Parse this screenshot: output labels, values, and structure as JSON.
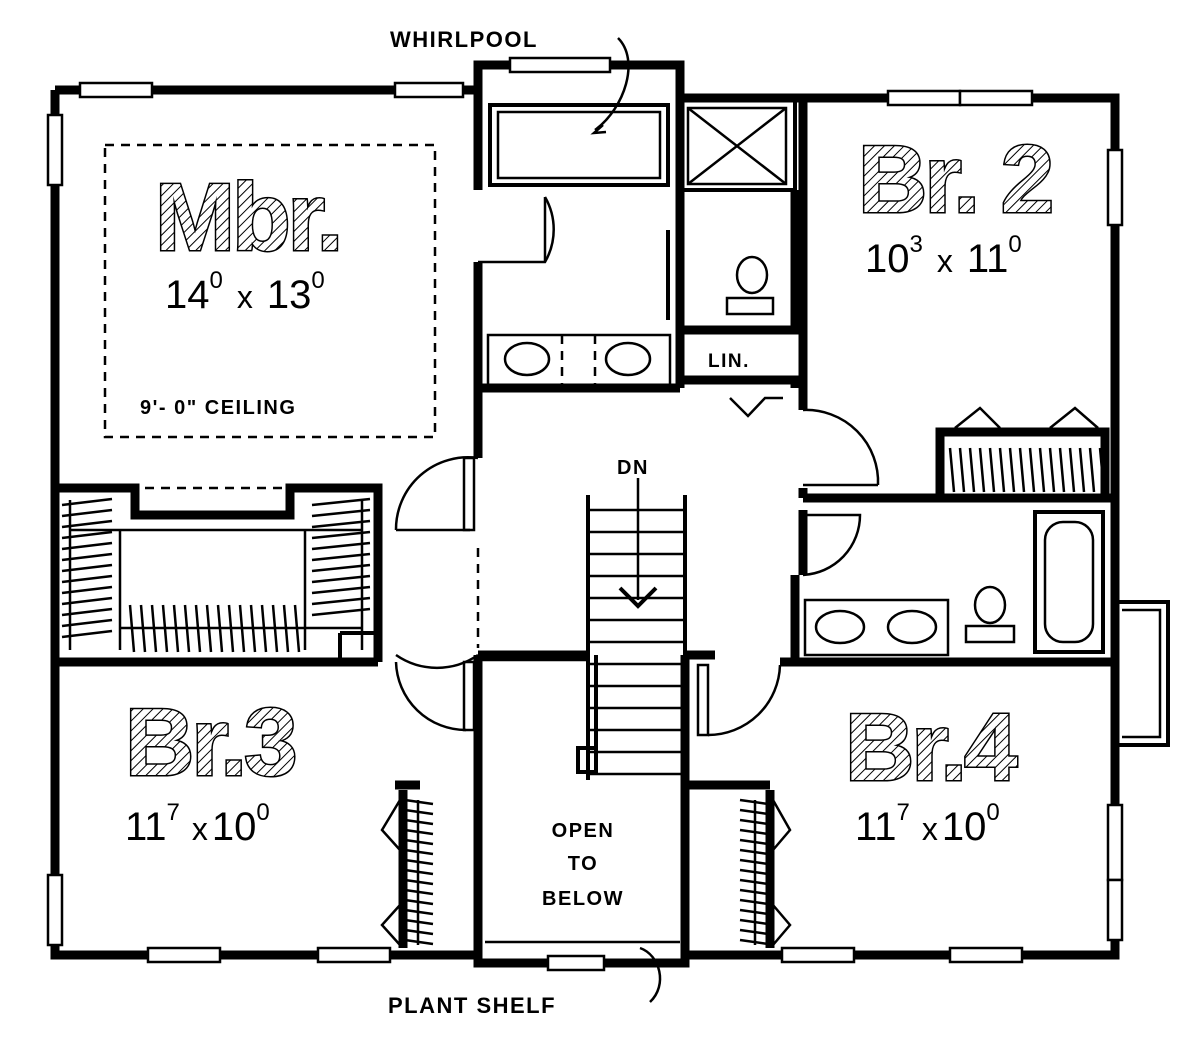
{
  "labels": {
    "whirlpool": "WHIRLPOOL",
    "plant_shelf": "PLANT SHELF",
    "linen": "LIN.",
    "down": "DN",
    "ceiling": "9'- 0\" CEILING",
    "open_line1": "OPEN",
    "open_line2": "TO",
    "open_line3": "BELOW"
  },
  "rooms": {
    "master": {
      "name": "Mbr.",
      "dim_w": "14",
      "dim_w_sup": "0",
      "dim_d": "13",
      "dim_d_sup": "0"
    },
    "br2": {
      "name": "Br. 2",
      "dim_w": "10",
      "dim_w_sup": "3",
      "dim_d": "11",
      "dim_d_sup": "0"
    },
    "br3": {
      "name": "Br.3",
      "dim_w": "11",
      "dim_w_sup": "7",
      "dim_d": "10",
      "dim_d_sup": "0"
    },
    "br4": {
      "name": "Br.4",
      "dim_w": "11",
      "dim_w_sup": "7",
      "dim_d": "10",
      "dim_d_sup": "0"
    }
  },
  "dim_separator": "x",
  "colors": {
    "ink": "#000000",
    "paper": "#ffffff"
  }
}
